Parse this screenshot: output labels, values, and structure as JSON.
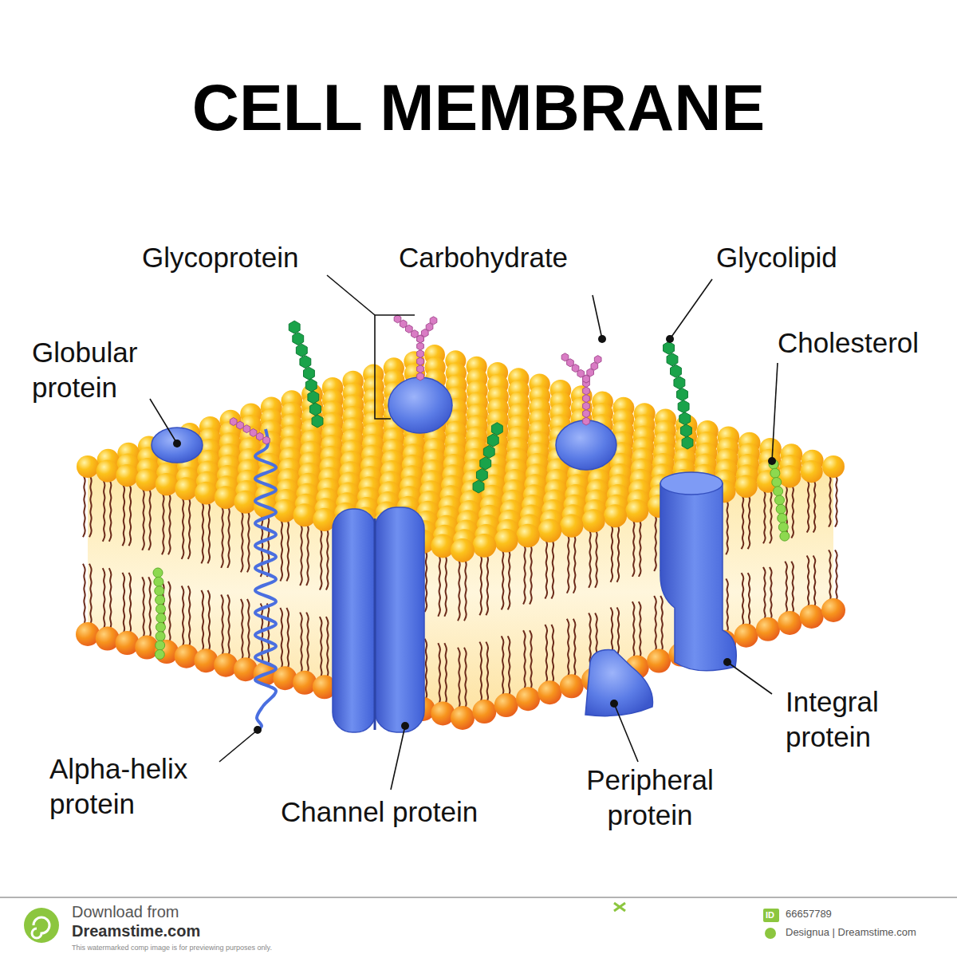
{
  "diagram": {
    "title": "CELL MEMBRANE",
    "labels": [
      "Glycoprotein",
      "Carbohydrate",
      "Glycolipid",
      "Globular protein",
      "Cholesterol",
      "Alpha-helix protein",
      "Channel protein",
      "Peripheral protein",
      "Integral protein",
      "Download from",
      "Dreamstime.com",
      "This watermarked comp image is for previewing purposes only.",
      "ID",
      "66657789",
      "Designua | Dreamstime.com"
    ]
  }
}
